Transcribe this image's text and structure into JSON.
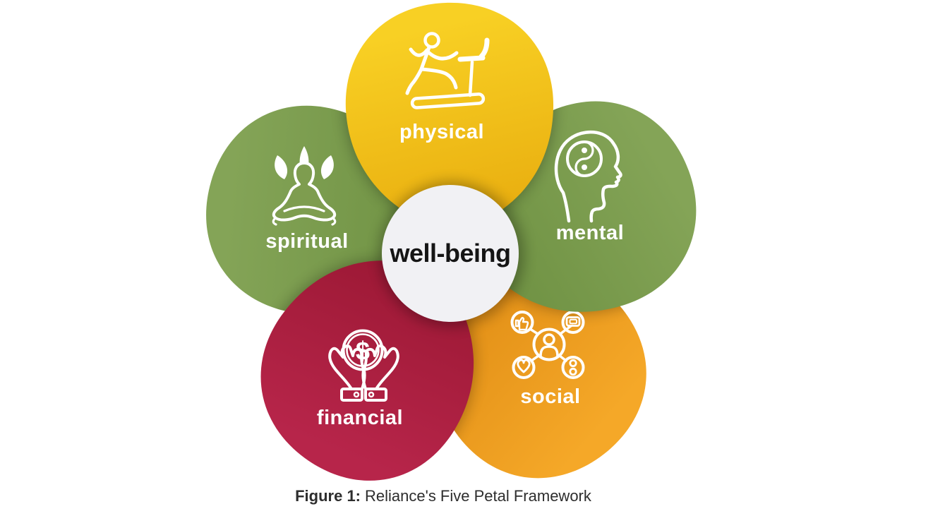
{
  "figure": {
    "name": "five-petal-wellbeing-flower",
    "center": {
      "label": "well-being",
      "circle_color": "#f1f1f4",
      "text_color": "#151515"
    },
    "petals": [
      {
        "id": "physical",
        "label": "physical",
        "color": "#f5c716",
        "icon": "treadmill-runner-icon",
        "position": "top"
      },
      {
        "id": "mental",
        "label": "mental",
        "color": "#7d9e4e",
        "icon": "head-yin-yang-icon",
        "position": "upper-right"
      },
      {
        "id": "social",
        "label": "social",
        "color": "#f09d20",
        "icon": "social-network-icon",
        "position": "lower-right"
      },
      {
        "id": "financial",
        "label": "financial",
        "color": "#ac2040",
        "icon": "hands-dollar-coin-icon",
        "position": "lower-left"
      },
      {
        "id": "spiritual",
        "label": "spiritual",
        "color": "#7d9e4e",
        "icon": "meditation-lotus-icon",
        "position": "upper-left"
      }
    ],
    "coin_symbol": "$"
  },
  "caption": {
    "prefix": "Figure 1:",
    "text": "Reliance's Five Petal Framework"
  }
}
